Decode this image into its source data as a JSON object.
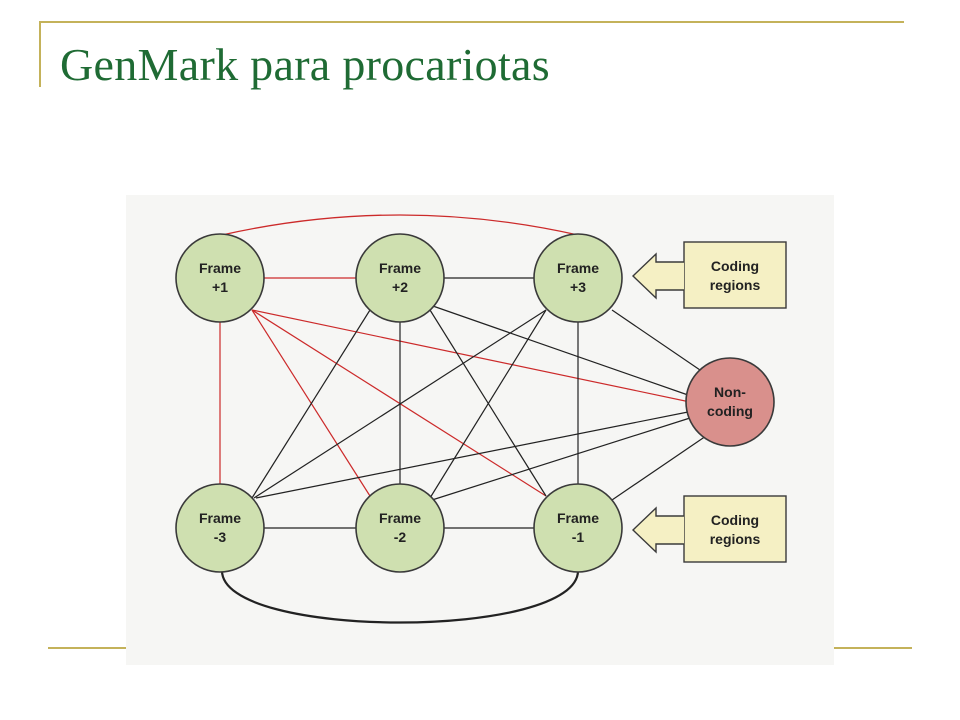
{
  "slide": {
    "title": "GenMark para procariotas"
  },
  "diagram": {
    "nodes": [
      {
        "id": "f1",
        "line1": "Frame",
        "line2": "+1",
        "fill": "#cfe0b0"
      },
      {
        "id": "f2",
        "line1": "Frame",
        "line2": "+2",
        "fill": "#cfe0b0"
      },
      {
        "id": "f3",
        "line1": "Frame",
        "line2": "+3",
        "fill": "#cfe0b0"
      },
      {
        "id": "nc",
        "line1": "Non-",
        "line2": "coding",
        "fill": "#d9908c"
      },
      {
        "id": "fm3",
        "line1": "Frame",
        "line2": "-3",
        "fill": "#cfe0b0"
      },
      {
        "id": "fm2",
        "line1": "Frame",
        "line2": "-2",
        "fill": "#cfe0b0"
      },
      {
        "id": "fm1",
        "line1": "Frame",
        "line2": "-1",
        "fill": "#cfe0b0"
      }
    ],
    "coding_boxes": [
      {
        "id": "top",
        "line1": "Coding",
        "line2": "regions"
      },
      {
        "id": "bottom",
        "line1": "Coding",
        "line2": "regions"
      }
    ],
    "colors": {
      "title": "#1f6b34",
      "accent_line": "#c4b25a",
      "red_edge": "#cc2a2a",
      "black_edge": "#222222",
      "frame_fill": "#cfe0b0",
      "noncoding_fill": "#d9908c",
      "box_fill": "#f5f0c4"
    }
  }
}
